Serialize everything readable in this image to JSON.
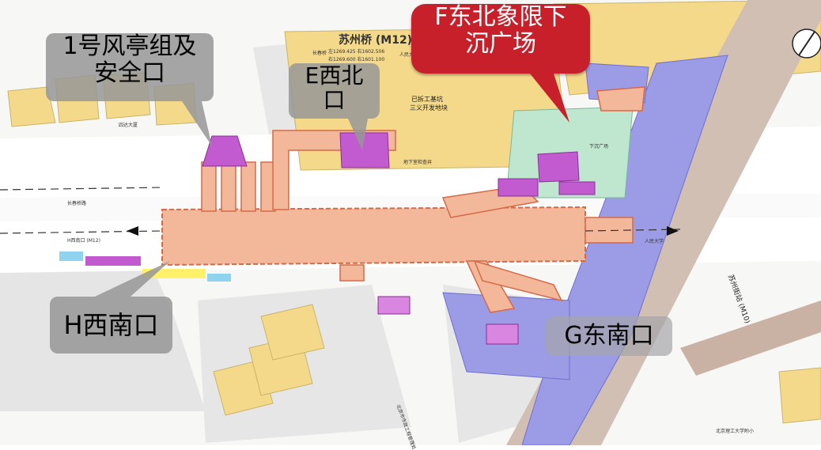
{
  "callouts": {
    "entrance_1": {
      "line1": "1号风亭组及",
      "line2": "安全口"
    },
    "entrance_e": {
      "line1": "E西北",
      "line2": "口"
    },
    "entrance_f": {
      "line1": "F东北象限下",
      "line2": "沉广场"
    },
    "entrance_h": {
      "text": "H西南口"
    },
    "entrance_g": {
      "text": "G东南口"
    }
  },
  "map_labels": {
    "station_name": "苏州桥 (M12)",
    "coords_line1": "左1269.425  右1602.506",
    "coords_line2": "右1269.600  右1601.100",
    "changchun_qiao": "长春桥",
    "renmin_daxue": "人民大学",
    "demolition_zone_line1": "已拆工基坑",
    "demolition_zone_line2": "三义开发地块",
    "road_west": "长春桥路",
    "west_arrow_label": "H西南口 (M12)",
    "east_arrow_label": "人民大学",
    "residential_west": "四达大厦",
    "municipal_bureau": "北京市市政工程管理处",
    "university_school": "北京理工大学附小",
    "sidewalk_note": "地下室检查井",
    "m10_line": "苏州街站 (M10)",
    "f_plaza": "下沉广场"
  },
  "colors": {
    "background_road": "#ffffff",
    "building_yellow": "#f4d98a",
    "station_orange": "#f3b79a",
    "station_outline": "#d56a48",
    "existing_line_blue": "#9b9be6",
    "plaza_green": "#bfe6cf",
    "structure_magenta": "#c35bd0",
    "rail_brown": "#c9b2a4",
    "gray_block": "#d9d9d9",
    "accent_red": "#c8202a",
    "yellow_strip": "#fff16a",
    "cyan_strip": "#8fd3ee"
  }
}
